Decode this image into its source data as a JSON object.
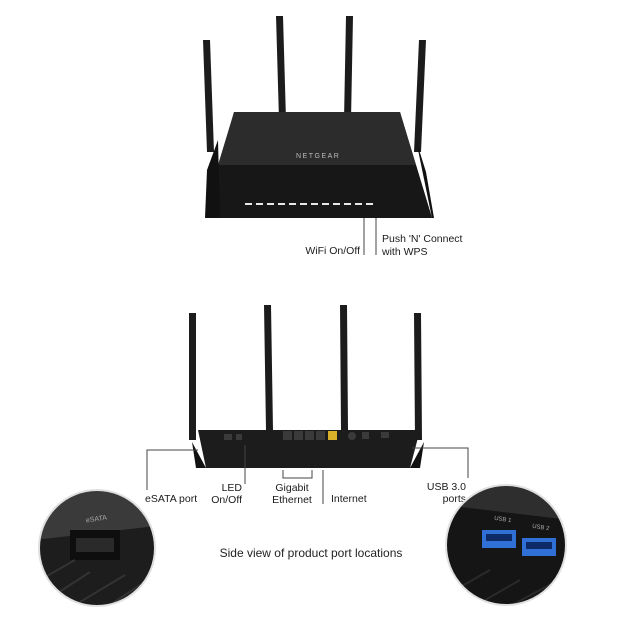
{
  "top_router": {
    "brand": "NETGEAR",
    "labels": {
      "wifi": "WiFi On/Off",
      "wps_line1": "Push 'N' Connect",
      "wps_line2": "with WPS"
    }
  },
  "rear_router": {
    "labels": {
      "esata": "eSATA port",
      "led_line1": "LED",
      "led_line2": "On/Off",
      "gigabit_line1": "Gigabit",
      "gigabit_line2": "Ethernet",
      "internet": "Internet",
      "usb_line1": "USB 3.0",
      "usb_line2": "ports"
    }
  },
  "closeups": {
    "left_label": "eSATA",
    "right_label_1": "USB 1",
    "right_label_2": "USB 2"
  },
  "caption": "Side view of product port locations",
  "colors": {
    "router_body": "#1b1b1b",
    "router_top": "#2a2a2a",
    "leds": "#e8e8e8",
    "usb_blue": "#2f6fd6",
    "internet_port": "#d8b02a"
  }
}
